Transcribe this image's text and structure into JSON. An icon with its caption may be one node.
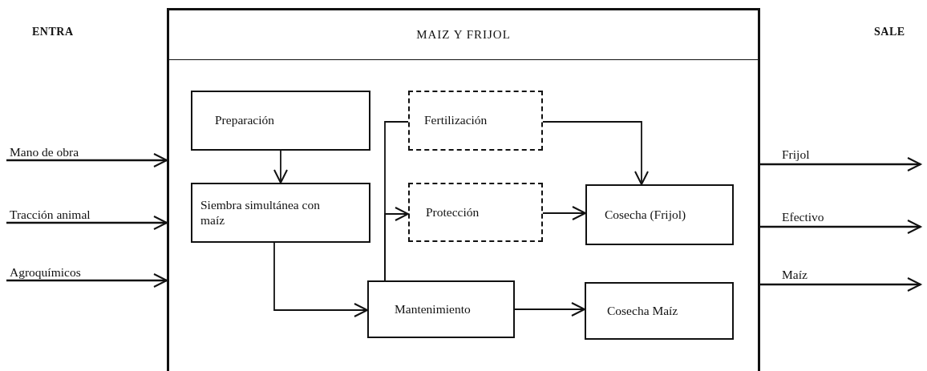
{
  "diagram": {
    "nodes": [
      {
        "text": [
          "MAIZ Y FRIJOL"
        ]
      },
      {
        "text": [
          "Preparación"
        ],
        "in": 0
      },
      {
        "text": [
          "Siembra simultánea con maíz"
        ],
        "in": 0
      },
      {
        "text": [
          "Fertilización"
        ],
        "in": 0
      },
      {
        "text": [
          "Protección"
        ],
        "in": 0
      },
      {
        "text": [
          "Cosecha (Frijol)"
        ],
        "in": 0
      },
      {
        "text": [
          "Mantenimiento"
        ],
        "in": 0
      },
      {
        "text": [
          "Cosecha Maíz"
        ],
        "in": 0
      }
    ],
    "edges": [
      {
        "from": null,
        "to": 0,
        "arrow": "to",
        "label": "Mano de obra"
      },
      {
        "from": null,
        "to": 0,
        "arrow": "to",
        "label": "Tracción animal"
      },
      {
        "from": null,
        "to": 0,
        "arrow": "to",
        "label": "Agroquímicos"
      },
      {
        "from": 0,
        "to": null,
        "arrow": "to",
        "label": "Frijol"
      },
      {
        "from": 0,
        "to": null,
        "arrow": "to",
        "label": "Efectivo"
      },
      {
        "from": 0,
        "to": null,
        "arrow": "to",
        "label": "Maíz"
      },
      {
        "from": 1,
        "to": 2,
        "arrow": "to"
      },
      {
        "from": 2,
        "to": 6,
        "arrow": "to"
      },
      {
        "from": 6,
        "to": 3,
        "arrow": "none"
      },
      {
        "from": 6,
        "to": 4,
        "arrow": "to"
      },
      {
        "from": 3,
        "to": 5,
        "arrow": "to"
      },
      {
        "from": 4,
        "to": 5,
        "arrow": "to"
      },
      {
        "from": 6,
        "to": 7,
        "arrow": "to"
      }
    ],
    "labels": [
      "ENTRA",
      "SALE"
    ]
  }
}
